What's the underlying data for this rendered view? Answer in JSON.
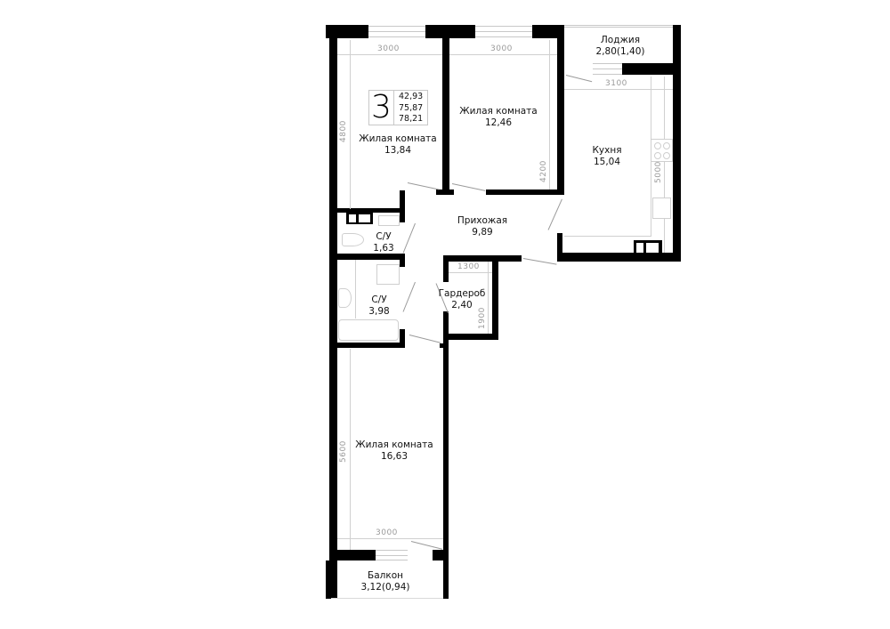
{
  "apartment": {
    "rooms_count": "3",
    "areas": [
      "42,93",
      "75,87",
      "78,21"
    ]
  },
  "rooms": {
    "living1": {
      "name": "Жилая комната",
      "area": "13,84",
      "width": "3000",
      "depth": "4800"
    },
    "living2": {
      "name": "Жилая комната",
      "area": "12,46",
      "width": "3000",
      "depth": "4200"
    },
    "kitchen": {
      "name": "Кухня",
      "area": "15,04",
      "width": "3100",
      "depth": "5000"
    },
    "loggia": {
      "name": "Лоджия",
      "area": "2,80(1,40)"
    },
    "hallway": {
      "name": "Прихожая",
      "area": "9,89"
    },
    "wc1": {
      "name": "С/У",
      "area": "1,63"
    },
    "wc2": {
      "name": "С/У",
      "area": "3,98"
    },
    "wardrobe": {
      "name": "Гардероб",
      "area": "2,40",
      "width": "1300",
      "depth": "1900"
    },
    "living3": {
      "name": "Жилая комната",
      "area": "16,63",
      "width": "3000",
      "depth": "5600"
    },
    "balcony": {
      "name": "Балкон",
      "area": "3,12(0,94)"
    }
  },
  "colors": {
    "wall": "#000000",
    "dimension": "#9a9a9a",
    "fixture": "#cfcfcf",
    "background": "#ffffff"
  }
}
